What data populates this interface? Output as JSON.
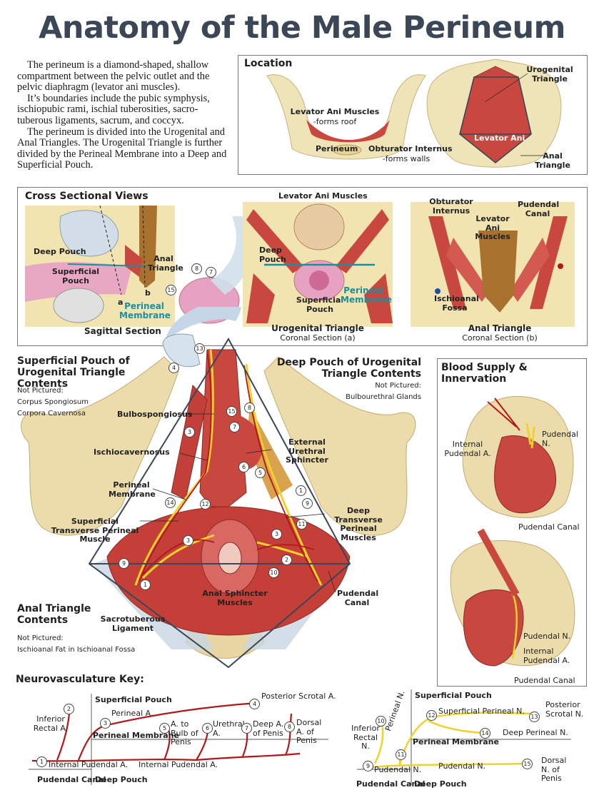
{
  "title": "Anatomy of the Male Perineum",
  "intro": {
    "p1": "The perineum is a diamond-shaped, shallow compartment between the pelvic outlet and the pelvic diaphragm (levator ani muscles).",
    "p2": "It’s boundaries include the pubic symphysis, ischiopubic rami, ischial tuberosities, sacro-tuberous ligaments, sacrum, and coccyx.",
    "p3": "The perineum is divided into the Urogenital and Anal Triangles. The Urogenital Triangle is further divided by the Perineal Membrane into a Deep and Superficial Pouch."
  },
  "location": {
    "heading": "Location",
    "levator": "Levator Ani Muscles",
    "forms_roof": "-forms roof",
    "perineum": "Perineum",
    "obturator": "Obturator Internus",
    "forms_walls": "-forms walls",
    "urogenital_triangle": "Urogenital Triangle",
    "levator_ani": "Levator Ani",
    "anal_triangle": "Anal Triangle"
  },
  "cross": {
    "heading": "Cross Sectional Views",
    "deep_pouch": "Deep Pouch",
    "superficial_pouch": "Superficial Pouch",
    "anal_triangle": "Anal Triangle",
    "a": "a",
    "b": "b",
    "perineal_membrane": "Perineal Membrane",
    "sagittal": "Sagittal Section",
    "levator_ani_muscles": "Levator Ani Muscles",
    "deep_pouch2": "Deep Pouch",
    "superficial_pouch2": "Superficial Pouch",
    "perineal_membrane2": "Perineal Membrane",
    "urogenital_title": "Urogenital Triangle",
    "urogenital_sub": "Coronal Section (a)",
    "obturator_internus": "Obturator Internus",
    "levator_ani_muscles2": "Levator Ani Muscles",
    "pudendal_canal": "Pudendal Canal",
    "ischioanal_fossa": "Ischioanal Fossa",
    "anal_title": "Anal Triangle",
    "anal_sub": "Coronal Section (b)"
  },
  "main": {
    "sp_heading": "Superficial Pouch of Urogenital Triangle Contents",
    "sp_np": "Not Pictured:",
    "sp_np1": "Corpus Spongiosum",
    "sp_np2": "Corpora Cavernosa",
    "dp_heading": "Deep Pouch of Urogenital Triangle Contents",
    "dp_np": "Not Pictured:",
    "dp_np1": "Bulbourethral Glands",
    "at_heading": "Anal Triangle Contents",
    "at_np": "Not Pictured:",
    "at_np1": "Ischioanal Fat in Ischioanal Fossa",
    "bulbospongiosus": "Bulbospongiosus",
    "ischiocavernosus": "Ischiocavernosus",
    "perineal_membrane": "Perineal Membrane",
    "superficial_transverse": "Superficial Transverse Perineal Muscle",
    "external_urethral": "External Urethral Sphincter",
    "deep_transverse": "Deep Transverse Perineal Muscles",
    "anal_sphincter": "Anal Sphincter Muscles",
    "pudendal_canal": "Pudendal Canal",
    "sacrotuberous": "Sacrotuberous Ligament"
  },
  "blood": {
    "heading": "Blood Supply & Innervation",
    "internal_pudendal_a": "Internal Pudendal A.",
    "pudendal_n": "Pudendal N.",
    "pudendal_canal": "Pudendal Canal",
    "pudendal_n2": "Pudendal N.",
    "internal_pudendal_a2": "Internal Pudendal A.",
    "pudendal_canal2": "Pudendal Canal"
  },
  "key": {
    "heading": "Neurovasculature Key:",
    "superficial_pouch": "Superficial Pouch",
    "perineal_membrane": "Perineal Membrane",
    "pudendal_canal": "Pudendal Canal",
    "deep_pouch": "Deep Pouch",
    "inferior_rectal_a": "Inferior Rectal A.",
    "perineal_a": "Perineal A.",
    "posterior_scrotal_a": "Posterior Scrotal A.",
    "bulb_penis": "A. to Bulb of Penis",
    "urethral_a": "Urethral A.",
    "deep_a": "Deep A. of Penis",
    "dorsal_a": "Dorsal A. of Penis",
    "internal_pudendal_a": "Internal Pudendal A.",
    "internal_pudendal_a2": "Internal Pudendal A.",
    "inferior_rectal_n": "Inferior Rectal N.",
    "perineal_n": "Perineal N.",
    "superficial_perineal_n": "Superficial Perineal N.",
    "posterior_scrotal_n": "Posterior Scrotal N.",
    "deep_perineal_n": "Deep Perineal N.",
    "dorsal_n": "Dorsal N. of Penis",
    "pudendal_n": "Pudendal N.",
    "pudendal_n2": "Pudendal N."
  },
  "numbers": {
    "n1": "1",
    "n2": "2",
    "n3": "3",
    "n4": "4",
    "n5": "5",
    "n6": "6",
    "n7": "7",
    "n8": "8",
    "n9": "9",
    "n10": "10",
    "n11": "11",
    "n12": "12",
    "n13": "13",
    "n14": "14",
    "n15": "15"
  },
  "colors": {
    "title": "#3b4656",
    "muscle": "#c8473f",
    "bone": "#e8d9a8",
    "nerve": "#f2d22a",
    "artery": "#b3171a",
    "membrane": "#3aa8b5"
  }
}
